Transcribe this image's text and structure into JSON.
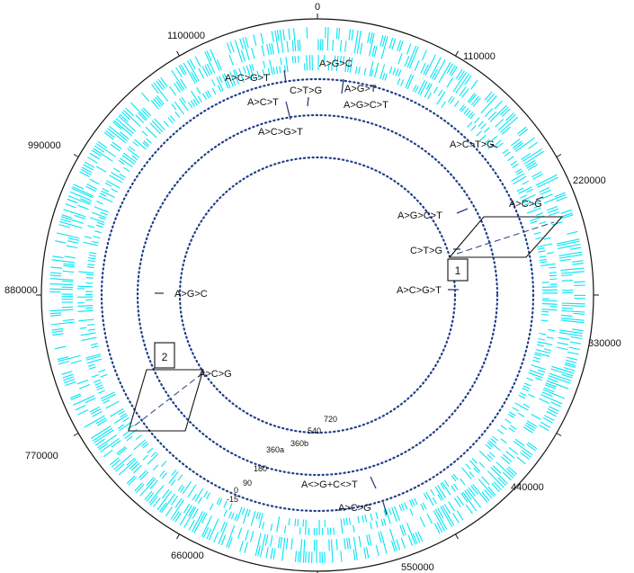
{
  "colors": {
    "gene_marks": "#00e5f5",
    "dotted_rings": "#1f3e8a",
    "outline": "#111111",
    "mutation_lines": "#2a3f7a"
  },
  "position_labels": [
    "0",
    "110000",
    "220000",
    "330000",
    "440000",
    "550000",
    "660000",
    "770000",
    "880000",
    "990000",
    "1100000"
  ],
  "ring_labels": [
    "720",
    "540",
    "360b",
    "360a",
    "180",
    "90",
    "0",
    "-15"
  ],
  "mutations": [
    {
      "text": "A>G>C"
    },
    {
      "text": "A>C>G>T"
    },
    {
      "text": "A>G>T"
    },
    {
      "text": "C>T>G"
    },
    {
      "text": "A>C>T"
    },
    {
      "text": "A>G>C>T"
    },
    {
      "text": "A>C>G>T"
    },
    {
      "text": "A>C>T>G"
    },
    {
      "text": "A>C>G"
    },
    {
      "text": "A>G>C>T"
    },
    {
      "text": "C>T>G"
    },
    {
      "text": "A>C>G>T"
    },
    {
      "text": "A>G>C"
    },
    {
      "text": "A>C>G"
    },
    {
      "text": "A<>G+C<>T"
    },
    {
      "text": "A>C>G"
    }
  ],
  "callouts": [
    {
      "label": "1"
    },
    {
      "label": "2"
    }
  ]
}
